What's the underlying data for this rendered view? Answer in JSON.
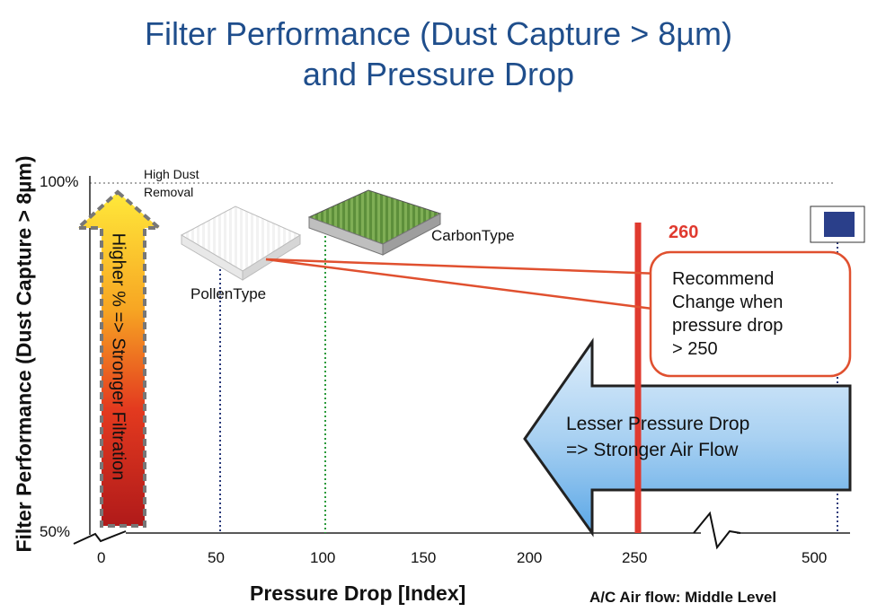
{
  "title": {
    "line1": "Filter Performance (Dust Capture > 8µm)",
    "line2": "and Pressure Drop"
  },
  "y_axis": {
    "label": "Filter Performance (Dust Capture > 8µm)",
    "ticks": [
      "100%",
      "50%"
    ]
  },
  "x_axis": {
    "label": "Pressure Drop [Index]",
    "ticks": [
      "0",
      "50",
      "100",
      "150",
      "200",
      "250",
      "500"
    ]
  },
  "footnote": "A/C Air flow: Middle Level",
  "annotations": {
    "high_dust_line1": "High Dust",
    "high_dust_line2": "Removal",
    "pollen_label": "PollenType",
    "carbon_label": "CarbonType",
    "threshold_value": "260",
    "recommend_lines": [
      "Recommend",
      "Change when",
      "pressure drop",
      "> 250"
    ],
    "up_arrow_text": "Higher % => Stronger Filtration",
    "left_arrow_line1": "Lesser  Pressure Drop",
    "left_arrow_line2": "=> Stronger Air Flow"
  },
  "markers": {
    "pollen_pressure_drop": 55,
    "carbon_pressure_drop": 103,
    "threshold_pressure_drop": 260,
    "right_marker_pressure_drop": 510
  },
  "colors": {
    "title": "#1f4e8c",
    "threshold_line": "#e03a2f",
    "callout_border": "#e0502f",
    "pollen_guide": "#2a3a7a",
    "carbon_guide": "#2a9a3a",
    "legend_square": "#2a3f8a"
  }
}
